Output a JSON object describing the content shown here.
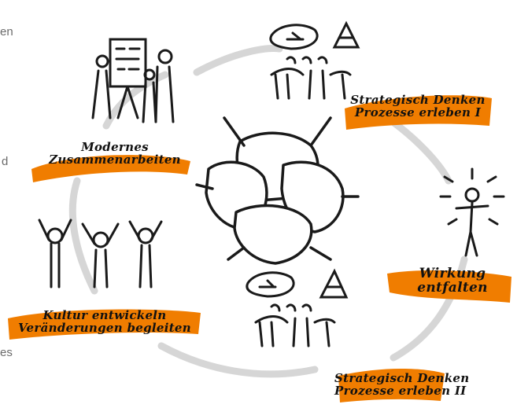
{
  "edge_fragments": [
    "en",
    "d",
    "es"
  ],
  "labels": {
    "modernes": {
      "line1": "Modernes",
      "line2": "Zusammenarbeiten"
    },
    "strategisch1": {
      "line1": "Strategisch Denken",
      "line2": "Prozesse erleben I"
    },
    "wirkung": {
      "line1": "Wirkung",
      "line2": "entfalten"
    },
    "kultur": {
      "line1": "Kultur entwickeln",
      "line2": "Veränderungen begleiten"
    },
    "strategisch2": {
      "line1": "Strategisch Denken",
      "line2": "Prozesse erleben II"
    }
  },
  "colors": {
    "accent": "#f07d00",
    "ink": "#1a1a1a",
    "ring": "#d9d9d9"
  }
}
